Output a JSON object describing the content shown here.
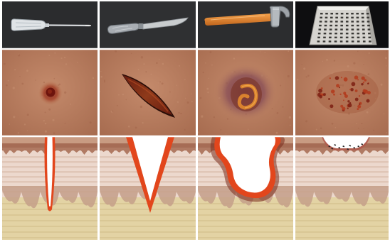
{
  "figure": {
    "columns": [
      {
        "tool": "screwdriver-icon",
        "wound": "puncture-wound",
        "cross_section": "puncture-cross-section"
      },
      {
        "tool": "knife-icon",
        "wound": "incision-wound",
        "cross_section": "incision-cross-section"
      },
      {
        "tool": "hammer-icon",
        "wound": "contusion-wound",
        "cross_section": "laceration-cross-section"
      },
      {
        "tool": "grater-icon",
        "wound": "abrasion-wound",
        "cross_section": "abrasion-cross-section"
      }
    ],
    "colors": {
      "tool_background": "#2b2c2e",
      "skin": "#b97e60",
      "skin_dark": "#9c6248",
      "epidermis": "#a66c55",
      "dermis": "#ecd8cd",
      "dermis_stripe": "#d7b8a6",
      "papilla": "#c49f8a",
      "subcutis": "#e3d3a4",
      "subcutis_stripe": "#d2bf8c",
      "wound_edge": "#e2461c",
      "blood": "#8d1e12",
      "bruise": "#7a3f4c"
    }
  }
}
